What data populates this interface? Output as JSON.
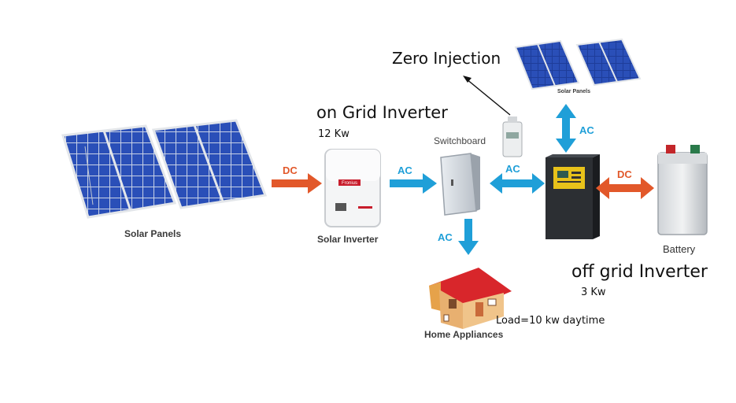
{
  "labels": {
    "zero_injection": "Zero Injection",
    "on_grid_title": "on Grid Inverter",
    "on_grid_power": "12 Kw",
    "switchboard": "Switchboard",
    "solar_panels": "Solar Panels",
    "solar_inverter": "Solar  Inverter",
    "solar_panels_small": "Solar Panels",
    "battery": "Battery",
    "off_grid_title": "off grid Inverter",
    "off_grid_power": "3 Kw",
    "load": "Load=10 kw daytime",
    "home_appliances": "Home Appliances"
  },
  "arrows": {
    "dc_left": "DC",
    "ac_1": "AC",
    "ac_2": "AC",
    "ac_3": "AC",
    "ac_4": "AC",
    "dc_right": "DC"
  },
  "colors": {
    "dc_arrow": "#e2582a",
    "ac_arrow": "#1f9fd8",
    "panel_cell": "#1e3d9a",
    "panel_frame": "#d9dde3",
    "roof": "#d8262b",
    "inverter_dark": "#2c2f33",
    "display_yellow": "#e8c21a"
  }
}
